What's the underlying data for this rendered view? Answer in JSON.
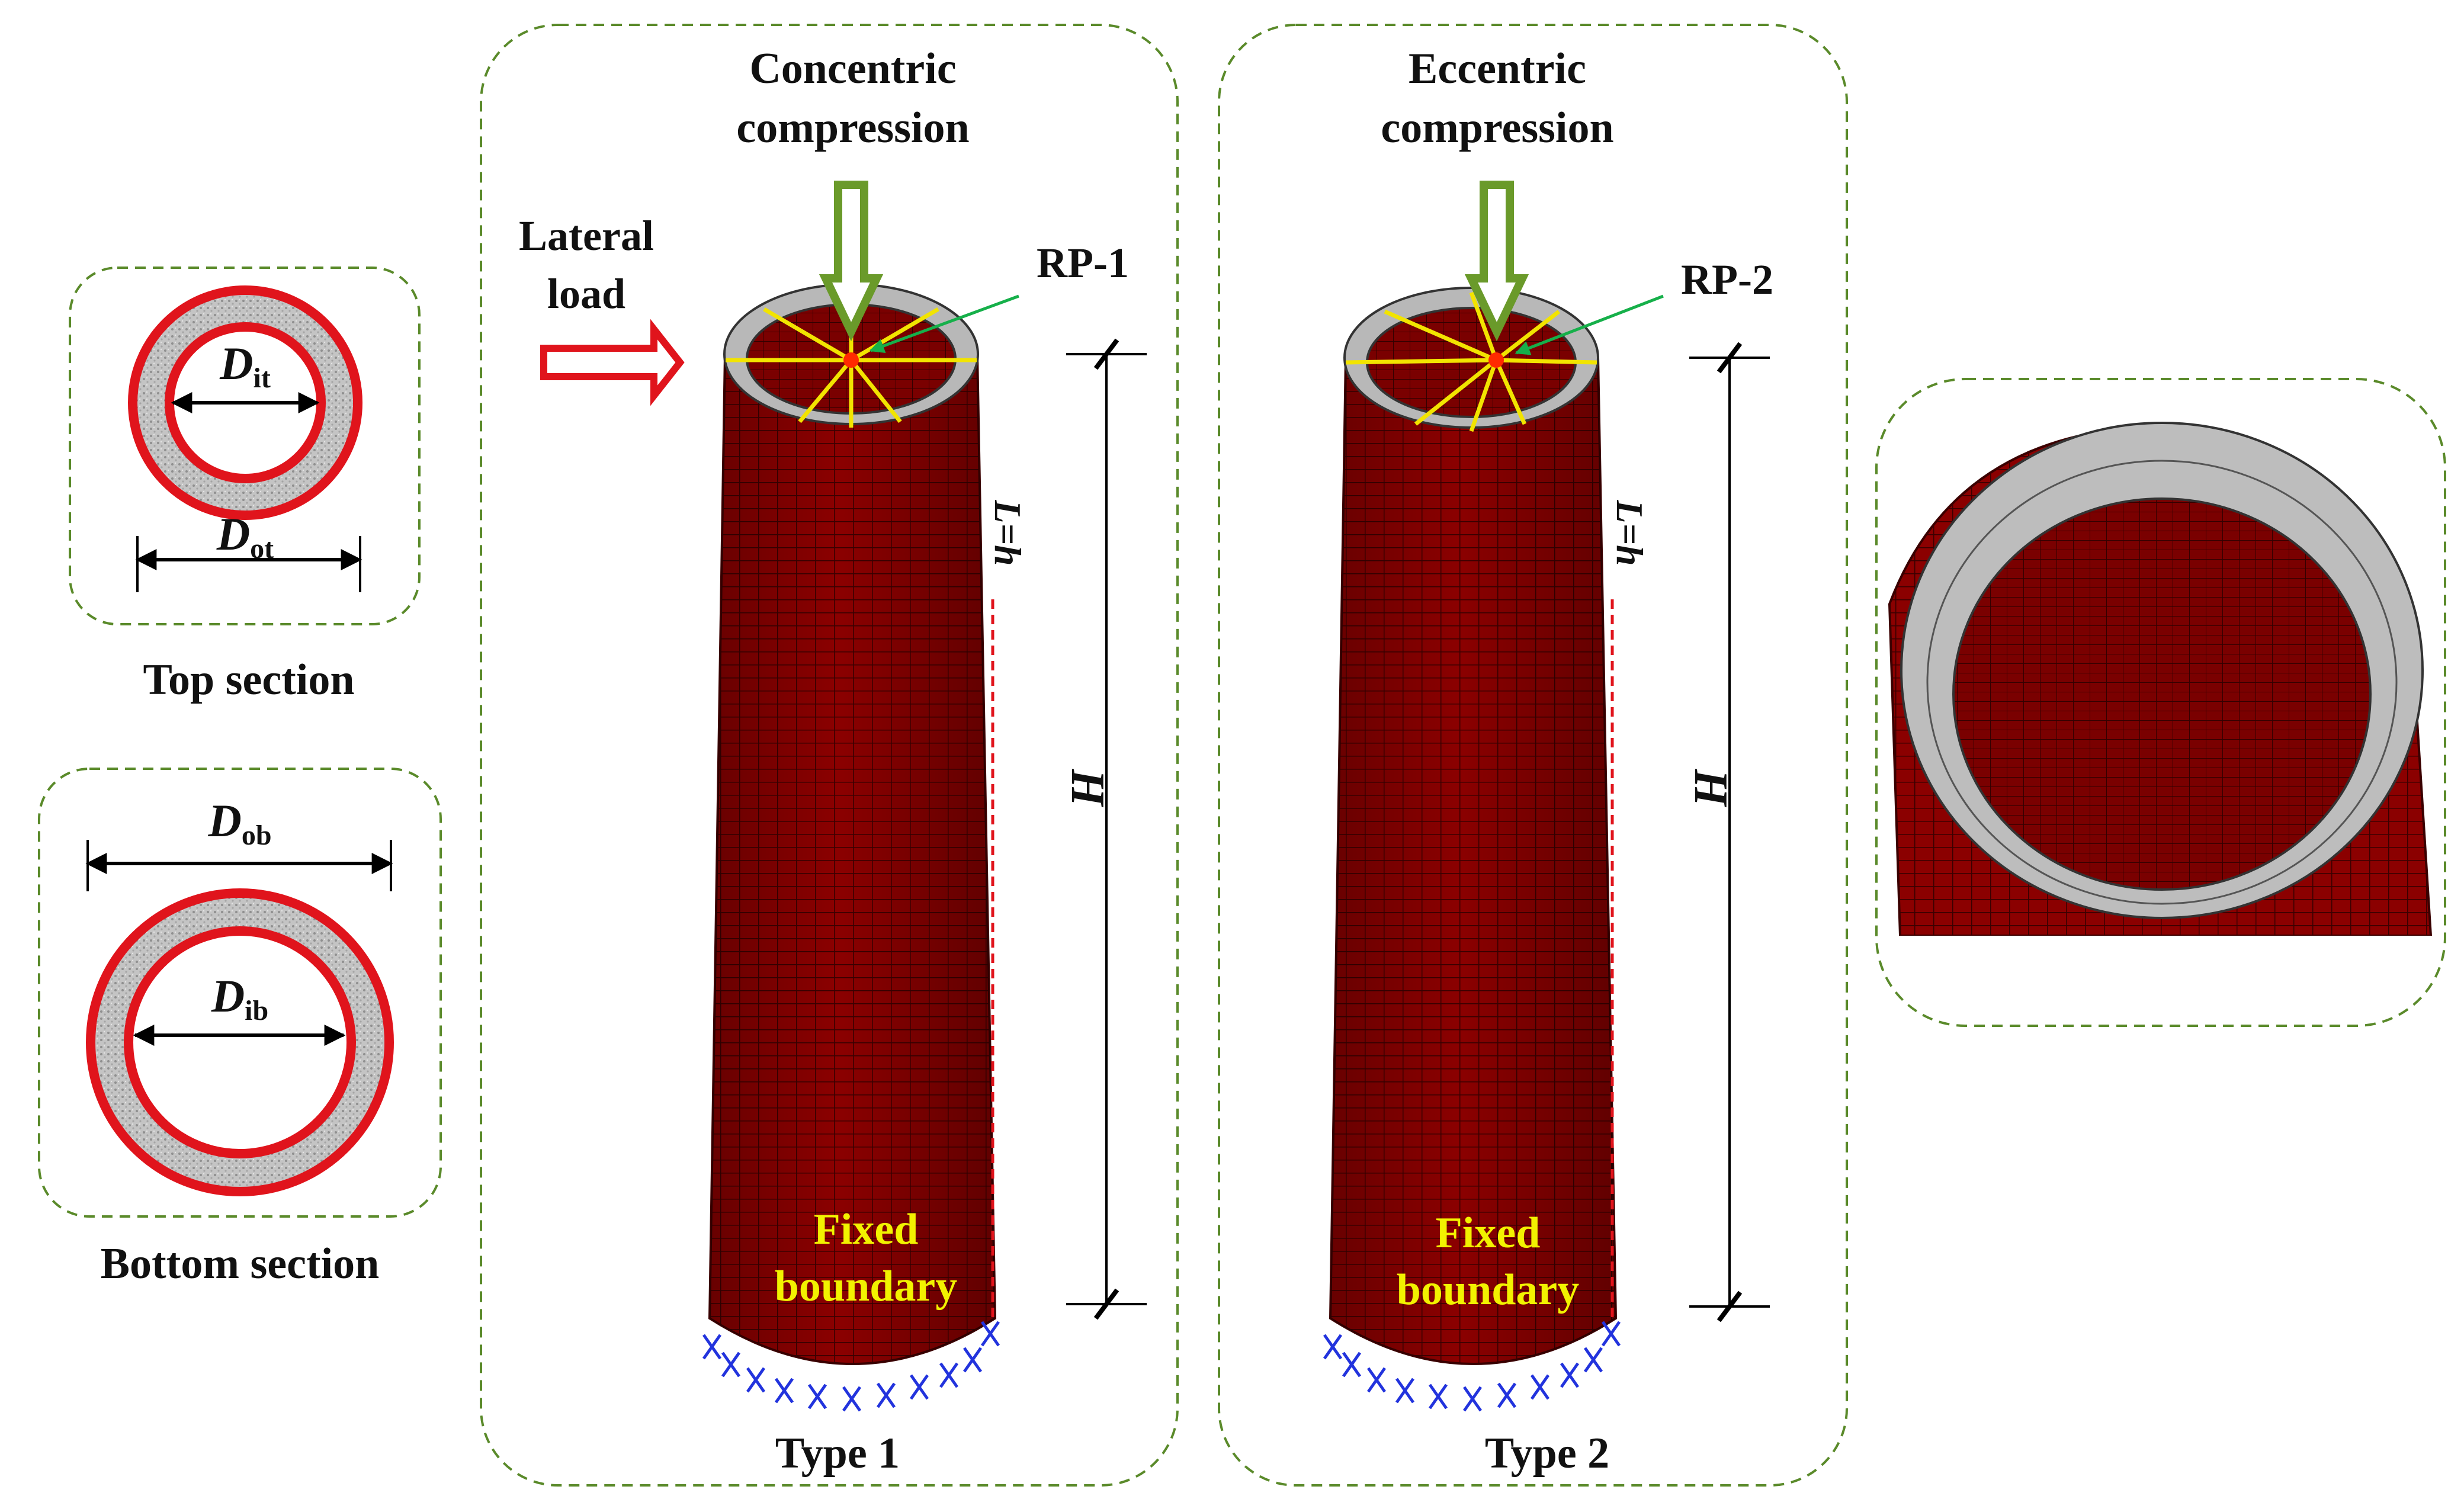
{
  "top_section": {
    "inner_diameter": {
      "symbol": "D",
      "subscript": "it"
    },
    "outer_diameter": {
      "symbol": "D",
      "subscript": "ot"
    },
    "caption": "Top section"
  },
  "bottom_section": {
    "outer_diameter": {
      "symbol": "D",
      "subscript": "ob"
    },
    "inner_diameter": {
      "symbol": "D",
      "subscript": "ib"
    },
    "caption": "Bottom section"
  },
  "type1": {
    "load_title": [
      "Concentric",
      "compression"
    ],
    "lateral_load": [
      "Lateral",
      "load"
    ],
    "reference_point": "RP-1",
    "boundary_label": [
      "Fixed",
      "boundary"
    ],
    "caption": "Type 1",
    "height_label": "H",
    "length_label": "L=h"
  },
  "type2": {
    "load_title": [
      "Eccentric",
      "compression"
    ],
    "reference_point": "RP-2",
    "boundary_label": [
      "Fixed",
      "boundary"
    ],
    "caption": "Type 2",
    "height_label": "H",
    "length_label": "L=h"
  },
  "colors": {
    "column_red": "#8b0000",
    "mesh_line": "#3a0000",
    "section_ring_red": "#e0141c",
    "panel_border_green": "#5a8a2a",
    "arrow_green": "#6a9a2a",
    "leader_green": "#16b04a",
    "boundary_yellow": "#f2f200",
    "support_blue": "#2233dd",
    "concrete_gray": "#b8b8b8"
  }
}
